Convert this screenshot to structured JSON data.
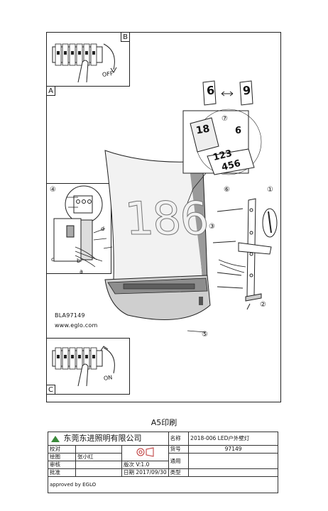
{
  "panels": {
    "b_label": "B",
    "b_action": "OFF",
    "a_label": "A",
    "c_label": "C",
    "c_action": "ON"
  },
  "steps": {
    "s1": "①",
    "s2": "②",
    "s3": "③",
    "s4": "④",
    "s5": "⑤",
    "s6": "⑥",
    "s7": "⑦"
  },
  "house_number": "186",
  "plates": {
    "digit6": "6",
    "digit9": "9",
    "n18": "18",
    "n6b": "6",
    "n123": "123",
    "n456": "456"
  },
  "wiring_labels": {
    "c": "c",
    "b": "b",
    "a": "a",
    "d": "d"
  },
  "model": "BLA97149",
  "website": "www.eglo.com",
  "print_size": "A5印刷",
  "title_block": {
    "company": "东莞东进照明有限公司",
    "name_label": "名称",
    "name_value": "2018-006 LED户外壁灯",
    "proof_label": "校对",
    "draw_label": "绘图",
    "draw_value": "张小红",
    "check_label": "审核",
    "approve_label": "批准",
    "part_label": "货号",
    "part_value": "97149",
    "version_label": "版次",
    "version_value": "V:1.0",
    "general_label": "通用",
    "spec_label": "类型",
    "date_label": "日期",
    "date_value": "2017/09/30",
    "approved_by": "approved by EGLO"
  }
}
